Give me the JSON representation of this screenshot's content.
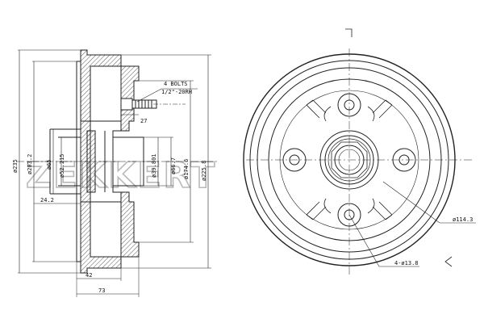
{
  "watermark": "ZEKKERT",
  "section": {
    "outer_dia": "ø235",
    "drum_dia": "ø203.2",
    "hub_dia1": "ø65",
    "hub_dia2": "ø52.215",
    "bore_dia": "ø39.801",
    "pilot_dia": "ø66.7",
    "flange_dia": "ø174.6",
    "brake_dia": "ø225.8",
    "bolts_note_line1": "4 BOLTS",
    "bolts_note_line2": "1/2\"-20RH",
    "dim_27": "27",
    "dim_24_2": "24.2",
    "dim_42": "42",
    "dim_73": "73"
  },
  "front": {
    "pcd": "ø114.3",
    "holes": "4-ø13.8"
  }
}
